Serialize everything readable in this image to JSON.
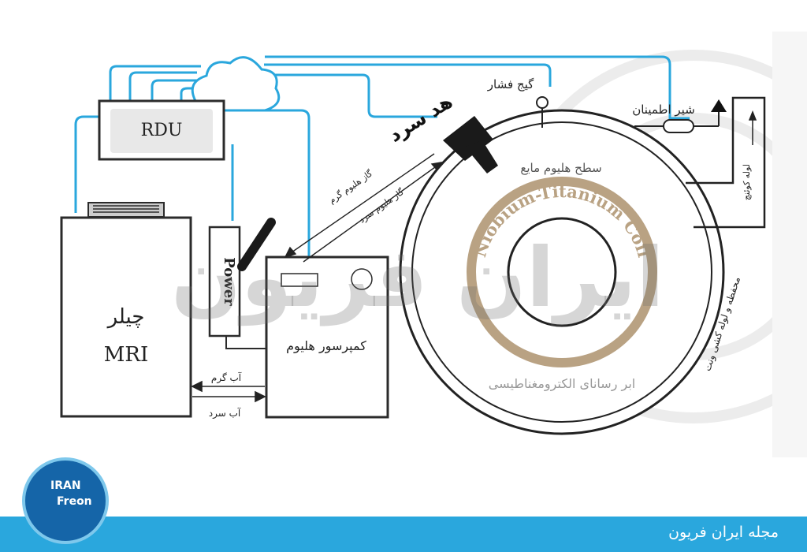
{
  "watermark": "ایران فریون",
  "boxes": {
    "rdu": "RDU",
    "chiller_fa": "چیلر",
    "chiller_en": "MRI",
    "power": "Power",
    "compressor": "کمپرسور هلیوم"
  },
  "labels": {
    "cold_head": "هد سرد",
    "pressure_gauge": "گیج فشار",
    "safety_valve": "شیر اطمینان",
    "liquid_helium_level": "سطح هلیوم مایع",
    "coil": "Niobium-Titanium Coil",
    "superconductor": "ابر رسانای الکترومغناطیسی",
    "hot_gas": "گاز هلیوم گرم",
    "cold_gas": "گاز هلیوم سرد",
    "hot_water": "آب گرم",
    "cold_water": "آب سرد",
    "vent_pipe": "لوله کوئنچ",
    "vessel": "محفظه و لوله کشی ونت"
  },
  "footer": {
    "title": "مجله ایران فریون"
  },
  "logo": {
    "line1": "IRAN",
    "line2": "Freon"
  },
  "colors": {
    "network": "#2aa7dd",
    "footer": "#2aa7dd",
    "coil": "#b9a283",
    "logo": "#1565a8"
  }
}
